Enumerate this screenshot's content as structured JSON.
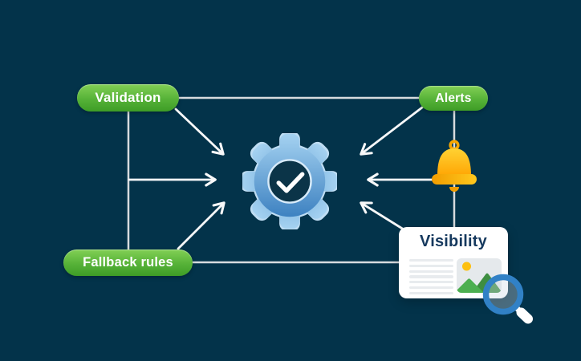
{
  "diagram": {
    "title_hint": "settings hub illustration",
    "nodes": {
      "validation": {
        "label": "Validation"
      },
      "alerts": {
        "label": "Alerts"
      },
      "fallback": {
        "label": "Fallback rules"
      },
      "visibility_card": {
        "title": "Visibility"
      }
    },
    "icons": {
      "center": "gear-check-icon",
      "alerts": "bell-icon",
      "visibility": [
        "image-placeholder-icon",
        "magnifier-icon"
      ]
    },
    "connectors": {
      "plain": [
        "validation-to-alerts",
        "validation-to-fallback",
        "alerts-to-visibility-card",
        "fallback-to-visibility-card"
      ],
      "arrows_into_gear": [
        "from-validation",
        "from-left-branch",
        "from-fallback",
        "from-alerts",
        "from-bell",
        "from-visibility-card"
      ]
    },
    "colors": {
      "background": "#03334A",
      "pill_green_top": "#82D055",
      "pill_green_bottom": "#3E9D26",
      "pill_text": "#FFFFFF",
      "gear_blue_light": "#A5D2F1",
      "gear_blue_dark": "#2E76BA",
      "gear_hub_ring": "#D8EBFA",
      "check_white": "#FFFFFF",
      "bell_yellow": "#FFD233",
      "bell_orange": "#FFA200",
      "card_bg": "#FFFFFF",
      "card_title_navy": "#16395E",
      "text_line_gray": "#E8EBEE",
      "image_box_gray": "#E5E9EC",
      "sun_yellow": "#FDC010",
      "mountain_green_light": "#4CAF50",
      "mountain_green_dark": "#3E8E41",
      "magnifier_blue": "#3181C6",
      "connector_gray": "#D7DBDE",
      "arrow_white": "#F7F8F9"
    }
  }
}
